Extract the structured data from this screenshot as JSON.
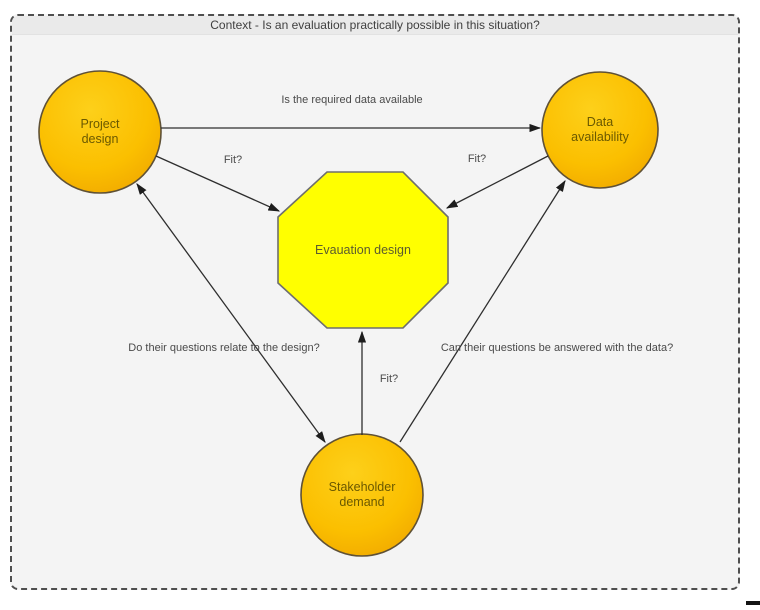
{
  "frame": {
    "title": "Context - Is an evaluation practically possible in this situation?",
    "background_color": "#f4f4f4",
    "titlebar_color": "#eaeaea",
    "border_color": "#4f4f4f"
  },
  "diagram": {
    "nodes": [
      {
        "id": "project-design",
        "shape": "circle",
        "label": "Project design",
        "label_lines": [
          "Project",
          "design"
        ],
        "fill": "#fbbf00",
        "stroke": "#5f5136"
      },
      {
        "id": "data-availability",
        "shape": "circle",
        "label": "Data availability",
        "label_lines": [
          "Data",
          "availability"
        ],
        "fill": "#fbbf00",
        "stroke": "#5f5136"
      },
      {
        "id": "evaluation-design",
        "shape": "octagon",
        "label": "Evauation design",
        "fill": "#ffff00",
        "stroke": "#6e6e6e"
      },
      {
        "id": "stakeholder-demand",
        "shape": "circle",
        "label": "Stakeholder demand",
        "label_lines": [
          "Stakeholder",
          "demand"
        ],
        "fill": "#fbbf00",
        "stroke": "#5f5136"
      }
    ],
    "edges": [
      {
        "from": "project-design",
        "to": "data-availability",
        "direction": "single",
        "label": "Is the required data available"
      },
      {
        "from": "project-design",
        "to": "evaluation-design",
        "direction": "single",
        "label": "Fit?"
      },
      {
        "from": "data-availability",
        "to": "evaluation-design",
        "direction": "single",
        "label": "Fit?"
      },
      {
        "from": "project-design",
        "to": "stakeholder-demand",
        "direction": "double",
        "label": "Do their questions relate to the design?"
      },
      {
        "from": "stakeholder-demand",
        "to": "data-availability",
        "direction": "single",
        "label": "Can their questions be answered with the data?"
      },
      {
        "from": "stakeholder-demand",
        "to": "evaluation-design",
        "direction": "single",
        "label": "Fit?"
      }
    ],
    "arrow_color": "#2e2e2e"
  }
}
